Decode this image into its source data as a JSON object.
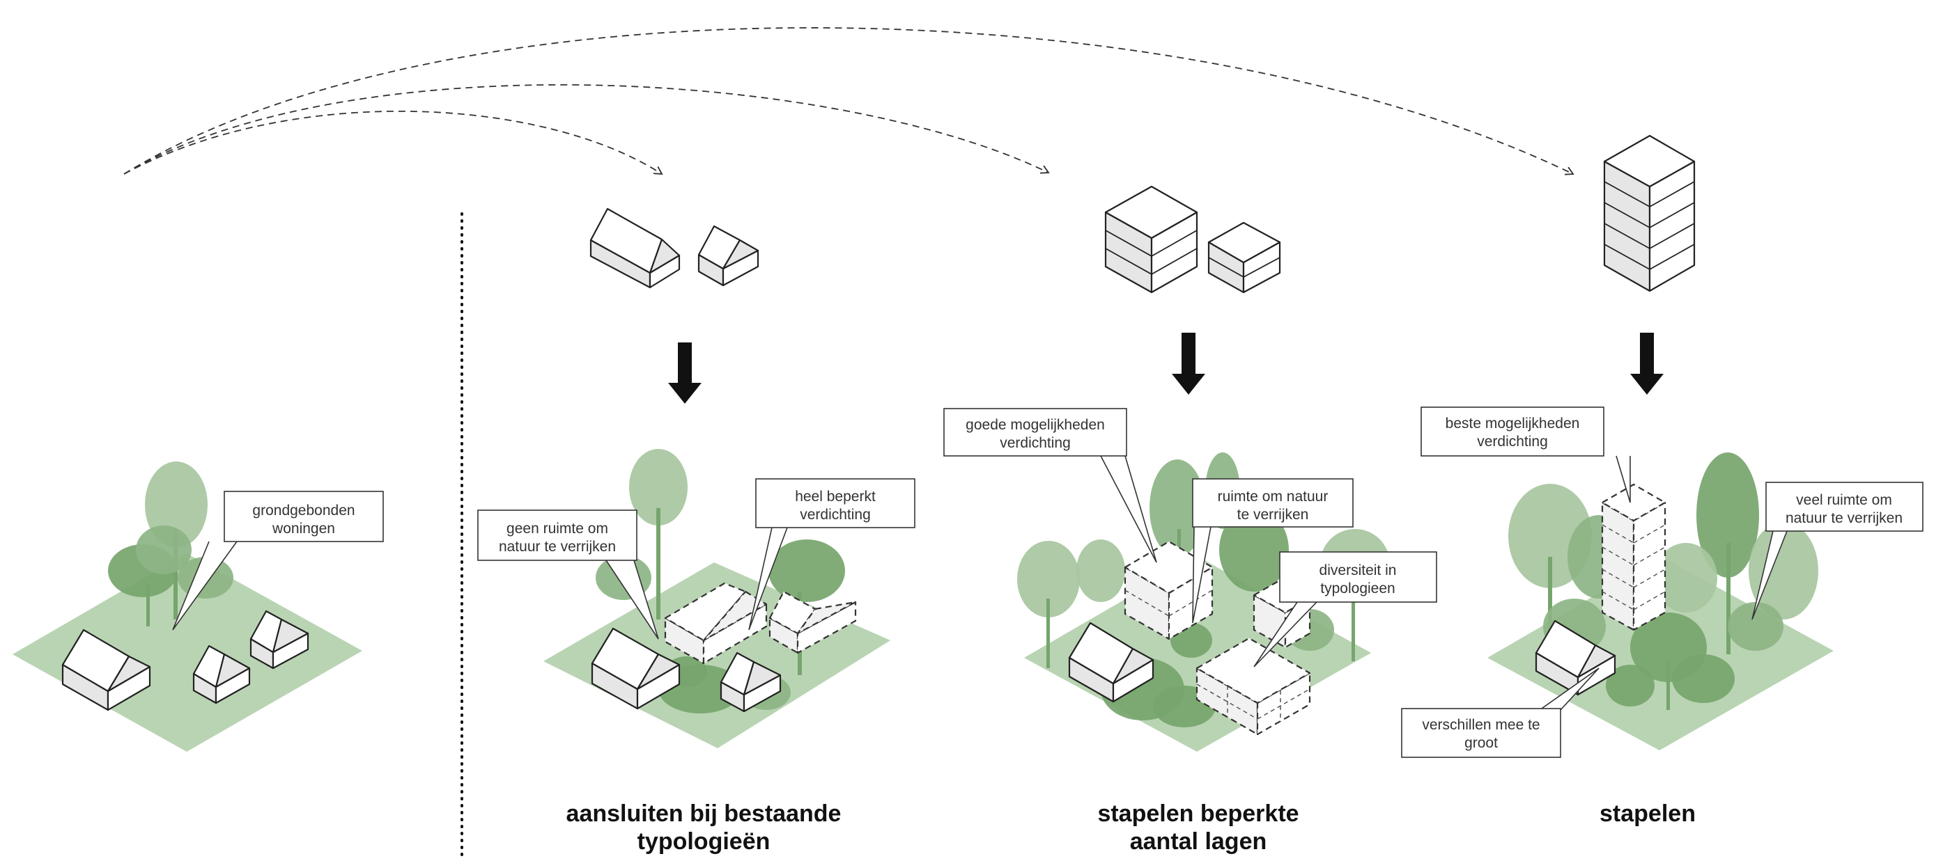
{
  "colors": {
    "ground": "#b9d4b3",
    "tree_light": "#a7c5a0",
    "tree_mid": "#8db485",
    "tree_dark": "#76a56d",
    "arrow": "#111111",
    "divider": "#111111"
  },
  "scenarios": [
    {
      "id": "current",
      "callouts": [
        {
          "lines": [
            "grondgebonden",
            "woningen"
          ]
        }
      ]
    },
    {
      "id": "aansluiten",
      "caption": [
        "aansluiten bij bestaande",
        "typologieën"
      ],
      "callouts": [
        {
          "lines": [
            "geen ruimte om",
            "natuur te verrijken"
          ]
        },
        {
          "lines": [
            "heel beperkt",
            "verdichting"
          ]
        }
      ]
    },
    {
      "id": "stapelen-beperkt",
      "caption": [
        "stapelen beperkte",
        "aantal lagen"
      ],
      "callouts": [
        {
          "lines": [
            "goede mogelijkheden",
            "verdichting"
          ]
        },
        {
          "lines": [
            "ruimte om natuur",
            "te verrijken"
          ]
        },
        {
          "lines": [
            "diversiteit in",
            "typologieen"
          ]
        }
      ]
    },
    {
      "id": "stapelen",
      "caption": [
        "stapelen"
      ],
      "callouts": [
        {
          "lines": [
            "beste mogelijkheden",
            "verdichting"
          ]
        },
        {
          "lines": [
            "veel ruimte om",
            "natuur te verrijken"
          ]
        },
        {
          "lines": [
            "verschillen mee te",
            "groot"
          ]
        }
      ]
    }
  ]
}
